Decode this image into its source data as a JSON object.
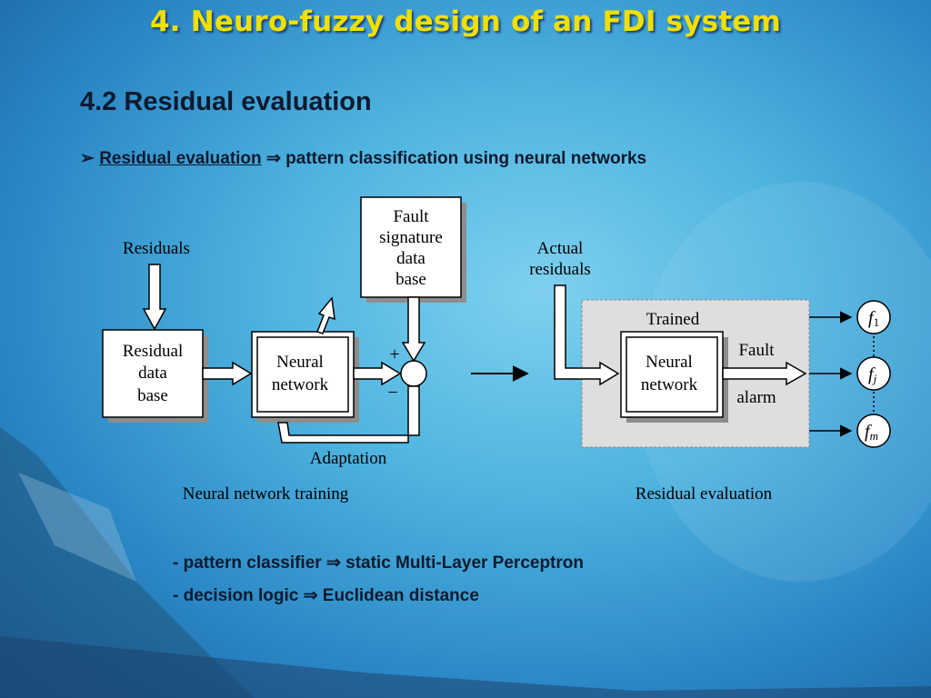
{
  "slide": {
    "title": "4.  Neuro-fuzzy design of an FDI system",
    "subtitle": "4.2 Residual evaluation",
    "bullet": {
      "marker": "➢",
      "underlined": "Residual evaluation",
      "arrow": "⇒",
      "rest": "pattern classification using neural networks"
    },
    "notes": [
      "- pattern classifier ⇒ static Multi-Layer Perceptron",
      "- decision logic ⇒ Euclidean distance"
    ]
  },
  "diagram": {
    "residuals_label": "Residuals",
    "residual_db": [
      "Residual",
      "data",
      "base"
    ],
    "neural_network_left": [
      "Neural",
      "network"
    ],
    "fault_signature_db": [
      "Fault",
      "signature",
      "data",
      "base"
    ],
    "plus": "+",
    "minus": "−",
    "adaptation": "Adaptation",
    "training_caption": "Neural network training",
    "actual_residuals": [
      "Actual",
      "residuals"
    ],
    "trained": "Trained",
    "neural_network_right": [
      "Neural",
      "network"
    ],
    "fault_alarm": [
      "Fault",
      "alarm"
    ],
    "evaluation_caption": "Residual evaluation",
    "outputs": [
      {
        "base": "f",
        "sub": "1"
      },
      {
        "base": "f",
        "sub": "j"
      },
      {
        "base": "f",
        "sub": "m"
      }
    ]
  }
}
